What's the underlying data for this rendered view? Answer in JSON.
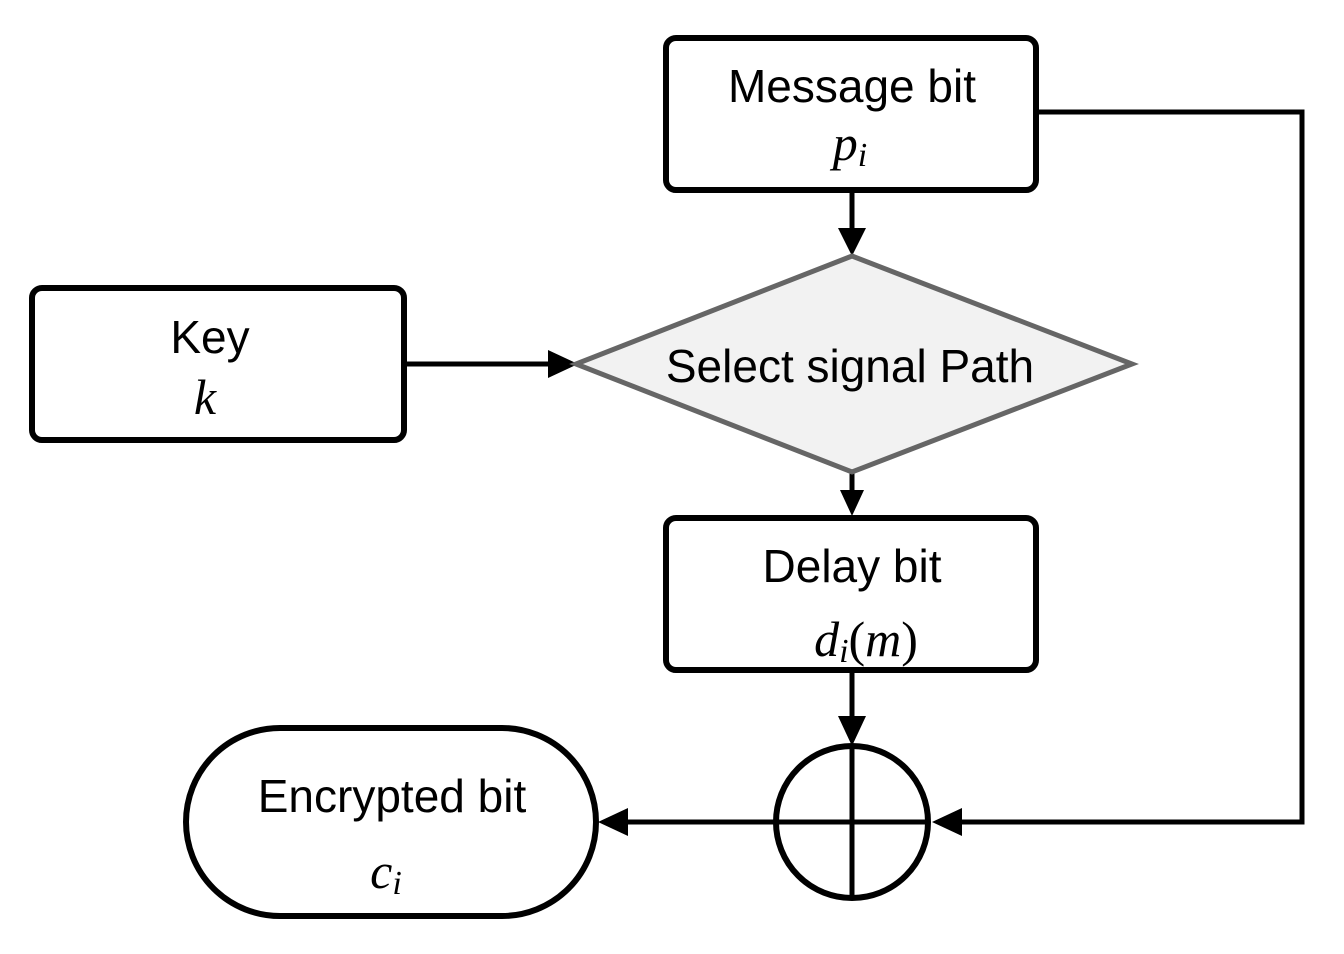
{
  "nodes": {
    "message": {
      "label": "Message bit",
      "symbol": "p",
      "subscript": "i"
    },
    "key": {
      "label": "Key",
      "symbol": "k"
    },
    "select": {
      "label": "Select signal Path"
    },
    "delay": {
      "label": "Delay bit",
      "symbol": "d",
      "subscript": "i",
      "open_paren": "(",
      "arg": "m",
      "close_paren": ")"
    },
    "encrypted": {
      "label": "Encrypted bit",
      "symbol": "c",
      "subscript": "i"
    }
  },
  "colors": {
    "diamond_fill": "#f2f2f2",
    "diamond_stroke": "#666666",
    "stroke": "#000000"
  },
  "icons": {
    "xor": "circle-plus-icon"
  }
}
